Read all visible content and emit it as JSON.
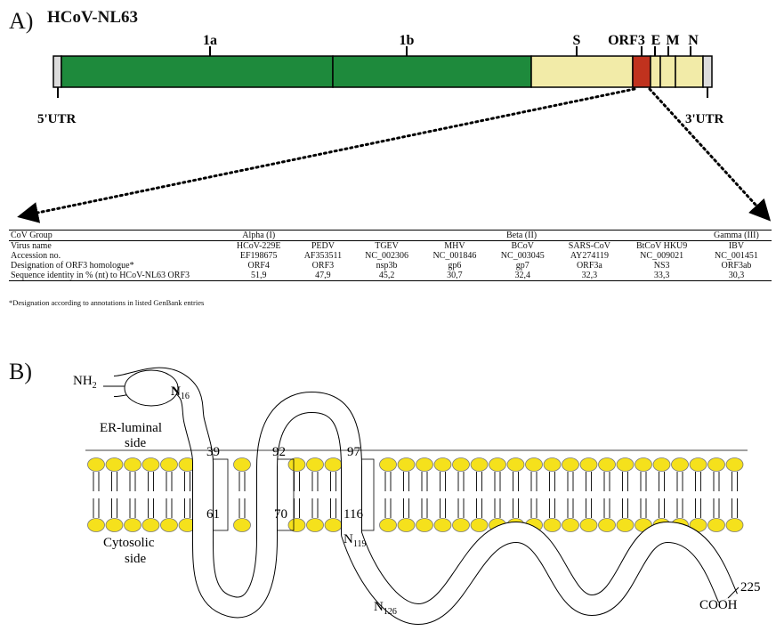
{
  "panel_a": {
    "label": "A)",
    "title": "HCoV-NL63",
    "genes": {
      "g1a": "1a",
      "g1b": "1b",
      "s": "S",
      "orf3": "ORF3",
      "e": "E",
      "m": "M",
      "n": "N"
    },
    "utr5": "5'UTR",
    "utr3": "3'UTR",
    "colors": {
      "orf1": "#1e8a3c",
      "structural": "#f2eba8",
      "orf3": "#c0321e",
      "utr": "#dcdcdc"
    }
  },
  "table": {
    "header": {
      "group_label": "CoV Group",
      "alpha": "Alpha (I)",
      "beta": "Beta (II)",
      "gamma": "Gamma (III)"
    },
    "rows": [
      {
        "label": "Virus name",
        "cells": [
          "HCoV-229E",
          "PEDV",
          "TGEV",
          "MHV",
          "BCoV",
          "SARS-CoV",
          "BtCoV HKU9",
          "IBV"
        ]
      },
      {
        "label": "Accession no.",
        "cells": [
          "EF198675",
          "AF353511",
          "NC_002306",
          "NC_001846",
          "NC_003045",
          "AY274119",
          "NC_009021",
          "NC_001451"
        ]
      },
      {
        "label": "Designation of ORF3 homologue*",
        "cells": [
          "ORF4",
          "ORF3",
          "nsp3b",
          "gp6",
          "gp7",
          "ORF3a",
          "NS3",
          "ORF3ab"
        ]
      },
      {
        "label": "Sequence identity in % (nt) to HCoV-NL63 ORF3",
        "cells": [
          "51,9",
          "47,9",
          "45,2",
          "30,7",
          "32,4",
          "32,3",
          "33,3",
          "30,3"
        ]
      }
    ],
    "footnote": "*Designation according to annotations in listed GenBank entries"
  },
  "panel_b": {
    "label": "B)",
    "nh2": "NH",
    "nh2_sub": "2",
    "n16": "N",
    "n16_sub": "16",
    "er_side_1": "ER-luminal",
    "er_side_2": "side",
    "cyto_side_1": "Cytosolic",
    "cyto_side_2": "side",
    "res_39": "39",
    "res_92": "92",
    "res_97": "97",
    "res_61": "61",
    "res_70": "70",
    "res_116": "116",
    "n119": "N",
    "n119_sub": "119",
    "n126": "N",
    "n126_sub": "126",
    "res_225": "225",
    "cooh": "COOH",
    "lipid_head_color": "#f5e11c"
  }
}
